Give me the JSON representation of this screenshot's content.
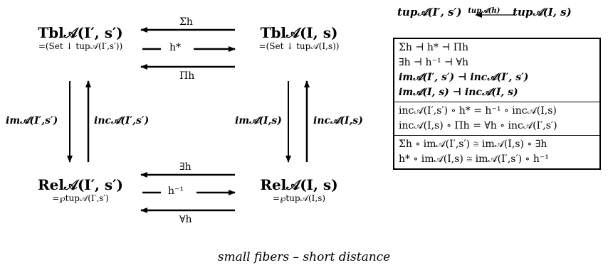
{
  "top_formula": {
    "left": "tup𝒜(I′, s′)",
    "arrow_label": "tup𝒜(h)",
    "right": "tup𝒜(I, s)"
  },
  "nodes": {
    "tbl_left": {
      "main": "Tbl𝒜(I′, s′)",
      "sub": "=(Set ↓ tup𝒜(I′,s′))"
    },
    "tbl_right": {
      "main": "Tbl𝒜(I, s)",
      "sub": "=(Set ↓ tup𝒜(I,s))"
    },
    "rel_left": {
      "main": "Rel𝒜(I′, s′)",
      "sub": "=℘tup𝒜(I′,s′)"
    },
    "rel_right": {
      "main": "Rel𝒜(I, s)",
      "sub": "=℘tup𝒜(I,s)"
    }
  },
  "arrow_labels": {
    "sigma": "Σh",
    "h_star": "h*",
    "pi": "Πh",
    "exists": "∃h",
    "h_inv": "h⁻¹",
    "forall": "∀h",
    "im_left": "im𝒜(I′,s′)",
    "inc_left": "inc𝒜(I′,s′)",
    "im_right": "im𝒜(I,s)",
    "inc_right": "inc𝒜(I,s)"
  },
  "adjunctions": [
    [
      "Σh ⊣ h* ⊣ Πh",
      "∃h ⊣ h⁻¹ ⊣ ∀h",
      "im𝒜(I′, s′) ⊣ inc𝒜(I′, s′)",
      "im𝒜(I, s) ⊣ inc𝒜(I, s)"
    ],
    [
      "inc𝒜(I′,s′) ∘ h* = h⁻¹ ∘ inc𝒜(I,s)",
      "inc𝒜(I,s) ∘ Πh = ∀h ∘ inc𝒜(I′,s′)"
    ],
    [
      "Σh ∘ im𝒜(I′,s′) ≅ im𝒜(I,s) ∘ ∃h",
      "h* ∘ im𝒜(I,s) ≅ im𝒜(I′,s′) ∘ h⁻¹"
    ]
  ],
  "caption": "small fibers – short distance"
}
